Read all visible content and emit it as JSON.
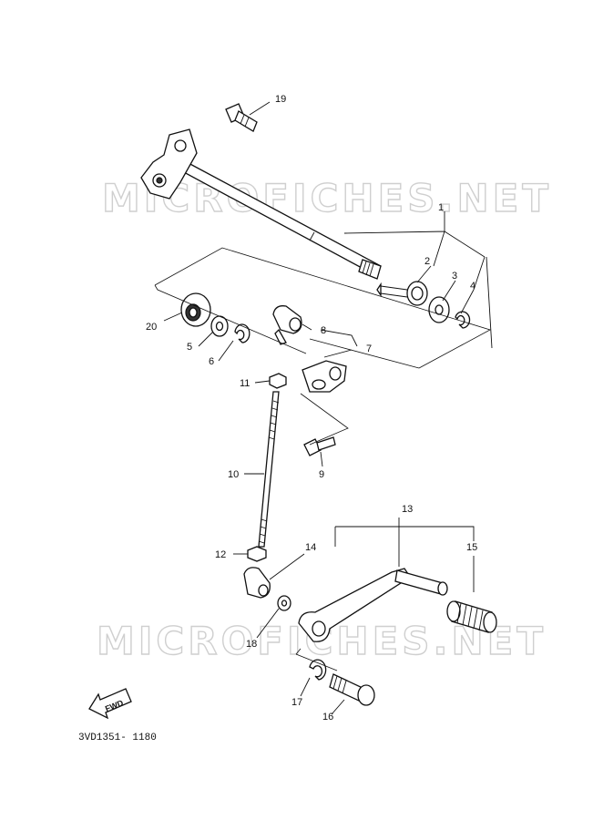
{
  "diagram": {
    "watermark_top": "MICROFICHES.NET",
    "watermark_bottom": "MICROFICHES.NET",
    "fwd_label": "FWD",
    "code": "3VD1351- 1180",
    "callouts": {
      "c1": "1",
      "c2": "2",
      "c3": "3",
      "c4": "4",
      "c5": "5",
      "c6": "6",
      "c7": "7",
      "c8": "8",
      "c9": "9",
      "c10": "10",
      "c11": "11",
      "c12": "12",
      "c13": "13",
      "c14": "14",
      "c15": "15",
      "c16": "16",
      "c17": "17",
      "c18": "18",
      "c19": "19",
      "c20": "20"
    }
  }
}
